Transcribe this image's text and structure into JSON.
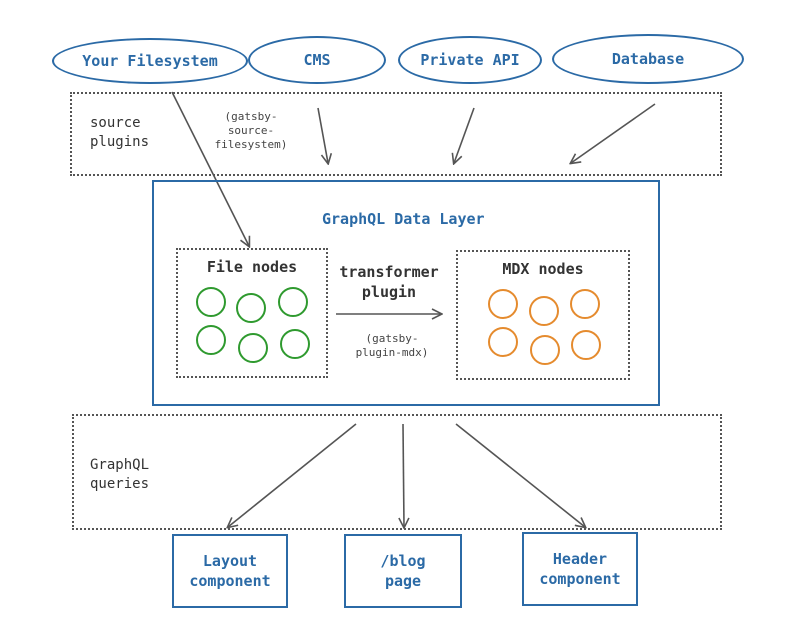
{
  "sources": [
    {
      "label": "Your Filesystem"
    },
    {
      "label": "CMS"
    },
    {
      "label": "Private API"
    },
    {
      "label": "Database"
    }
  ],
  "source_plugins": {
    "label": "source\nplugins",
    "note": "(gatsby-\nsource-\nfilesystem)"
  },
  "data_layer": {
    "title": "GraphQL Data Layer",
    "file_nodes_title": "File nodes",
    "mdx_nodes_title": "MDX nodes",
    "transformer_label": "transformer\nplugin",
    "transformer_note": "(gatsby-\nplugin-mdx)",
    "file_node_color": "#2f9a2f",
    "mdx_node_color": "#e58b2e"
  },
  "queries": {
    "label": "GraphQL\nqueries"
  },
  "outputs": [
    {
      "label": "Layout\ncomponent"
    },
    {
      "label": "/blog\npage"
    },
    {
      "label": "Header\ncomponent"
    }
  ],
  "colors": {
    "accent": "#2b6aa6",
    "arrow": "#555555"
  }
}
